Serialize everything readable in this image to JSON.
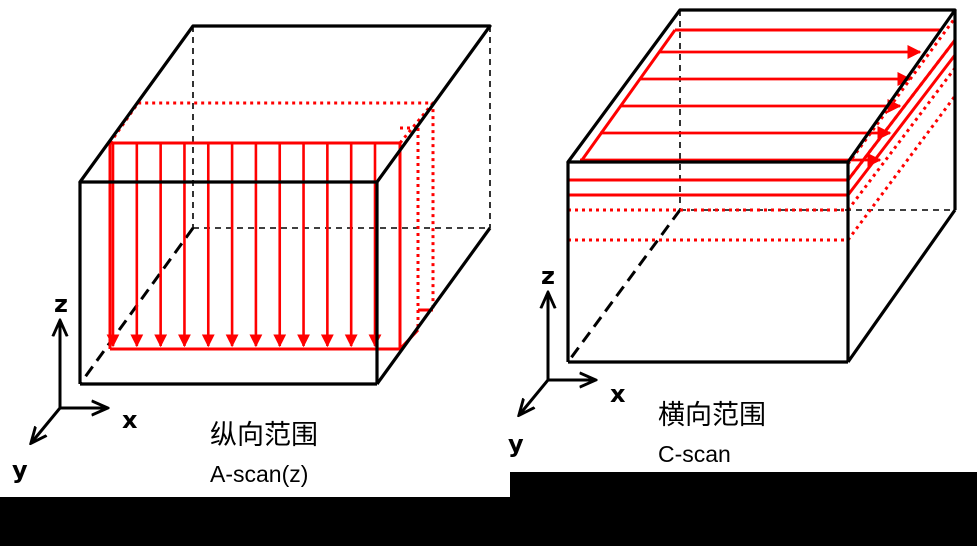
{
  "left_panel": {
    "caption_cn": "纵向范围",
    "caption_en": "A-scan(z)",
    "axes": {
      "x": "x",
      "y": "y",
      "z": "z"
    }
  },
  "right_panel": {
    "caption_cn": "横向范围",
    "caption_en": "C-scan",
    "axes": {
      "x": "x",
      "y": "y",
      "z": "z"
    }
  },
  "colors": {
    "scan": "#ff0000",
    "outline": "#000000",
    "band": "#000000"
  },
  "scan_counts": {
    "a_scan_lines": 12,
    "c_scan_lines": 5
  }
}
